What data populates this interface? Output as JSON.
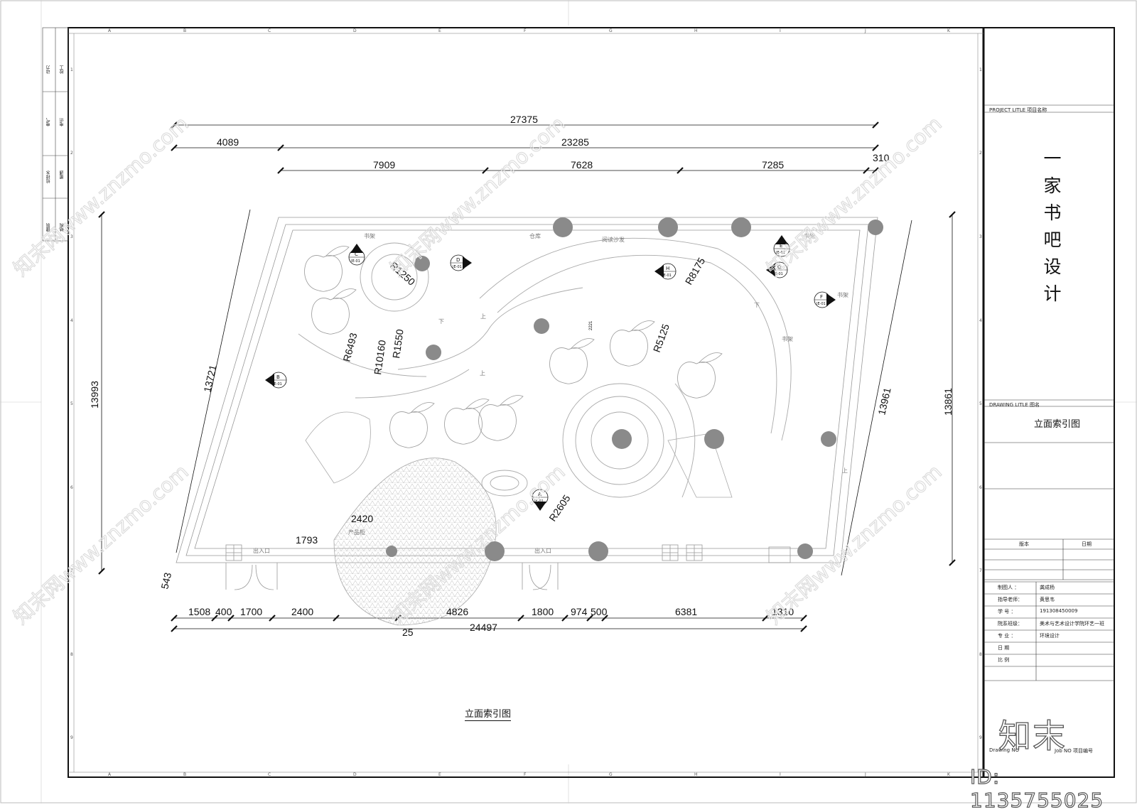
{
  "titleblock": {
    "project_label": "PROJECT LITLE  项目名称",
    "project_title_chars": [
      "一",
      "家",
      "书",
      "吧",
      "设",
      "计"
    ],
    "drawing_label": "DRAWING LITLE  图名",
    "drawing_name": "立面索引图",
    "version_header": "版本",
    "date_header": "日期",
    "rows": [
      {
        "label": "制图人 ：",
        "value": "龚成杨"
      },
      {
        "label": "指导老师：",
        "value": "黄思韦"
      },
      {
        "label": "学   号 ：",
        "value": "191308450009"
      },
      {
        "label": "院系班级：",
        "value": "美术与艺术设计学院环艺一班"
      },
      {
        "label": "专   业 ：",
        "value": "环境设计"
      },
      {
        "label": "日   期",
        "value": ""
      },
      {
        "label": "比   例",
        "value": ""
      }
    ],
    "drawing_no_label": "Drawing NO",
    "job_label": "Job NO  项目编号"
  },
  "left_strip": [
    "动力",
    "校工",
    "电气",
    "电讯",
    "给排水",
    "暖通",
    "建筑",
    "结构"
  ],
  "grid_letters": [
    "A",
    "B",
    "C",
    "D",
    "E",
    "F",
    "G",
    "H",
    "I",
    "J",
    "K"
  ],
  "grid_numbers": [
    "1",
    "2",
    "3",
    "4",
    "5",
    "6",
    "7",
    "8",
    "9"
  ],
  "plan": {
    "caption": "立面索引图",
    "dims_top": [
      {
        "value": "27375"
      },
      {
        "value": "4089"
      },
      {
        "value": "23285"
      },
      {
        "value": "7909"
      },
      {
        "value": "7628"
      },
      {
        "value": "7285"
      },
      {
        "value": "310"
      }
    ],
    "dims_bottom": [
      {
        "value": "1508"
      },
      {
        "value": "400"
      },
      {
        "value": "1700"
      },
      {
        "value": "2400"
      },
      {
        "value": "4826"
      },
      {
        "value": "1800"
      },
      {
        "value": "974"
      },
      {
        "value": "500"
      },
      {
        "value": "6381"
      },
      {
        "value": "1310"
      },
      {
        "value": "24497"
      },
      {
        "value": "25"
      }
    ],
    "dims_side": [
      {
        "value": "13993"
      },
      {
        "value": "13721"
      },
      {
        "value": "543"
      },
      {
        "value": "13961"
      },
      {
        "value": "13861"
      }
    ],
    "inner_dims": [
      {
        "value": "2420"
      },
      {
        "value": "1793"
      },
      {
        "value": "2221"
      }
    ],
    "radii": [
      {
        "value": "R1250"
      },
      {
        "value": "R6493"
      },
      {
        "value": "R10160"
      },
      {
        "value": "R1550"
      },
      {
        "value": "R8175"
      },
      {
        "value": "R5125"
      },
      {
        "value": "R2605"
      }
    ],
    "room_labels": [
      {
        "value": "书架"
      },
      {
        "value": "仓库"
      },
      {
        "value": "阅读沙发"
      },
      {
        "value": "书架"
      },
      {
        "value": "书架"
      },
      {
        "value": "书架"
      },
      {
        "value": "出入口"
      },
      {
        "value": "出入口"
      },
      {
        "value": "产品柜"
      },
      {
        "value": "上"
      },
      {
        "value": "下"
      },
      {
        "value": "上"
      },
      {
        "value": "下"
      },
      {
        "value": "上"
      }
    ],
    "elevation_tags": [
      {
        "letter": "A",
        "sheet": "IE-01"
      },
      {
        "letter": "B",
        "sheet": "IE-01"
      },
      {
        "letter": "C",
        "sheet": "IE-01"
      },
      {
        "letter": "D",
        "sheet": "IE-01"
      },
      {
        "letter": "E",
        "sheet": "IE-01"
      },
      {
        "letter": "F",
        "sheet": "IE-01"
      },
      {
        "letter": "G",
        "sheet": "IE-01"
      },
      {
        "letter": "H",
        "sheet": "IE-01"
      }
    ]
  },
  "watermark": {
    "logo": "知末",
    "id": "ID: 1135755025",
    "site": "知末网www.znzmo.com"
  }
}
